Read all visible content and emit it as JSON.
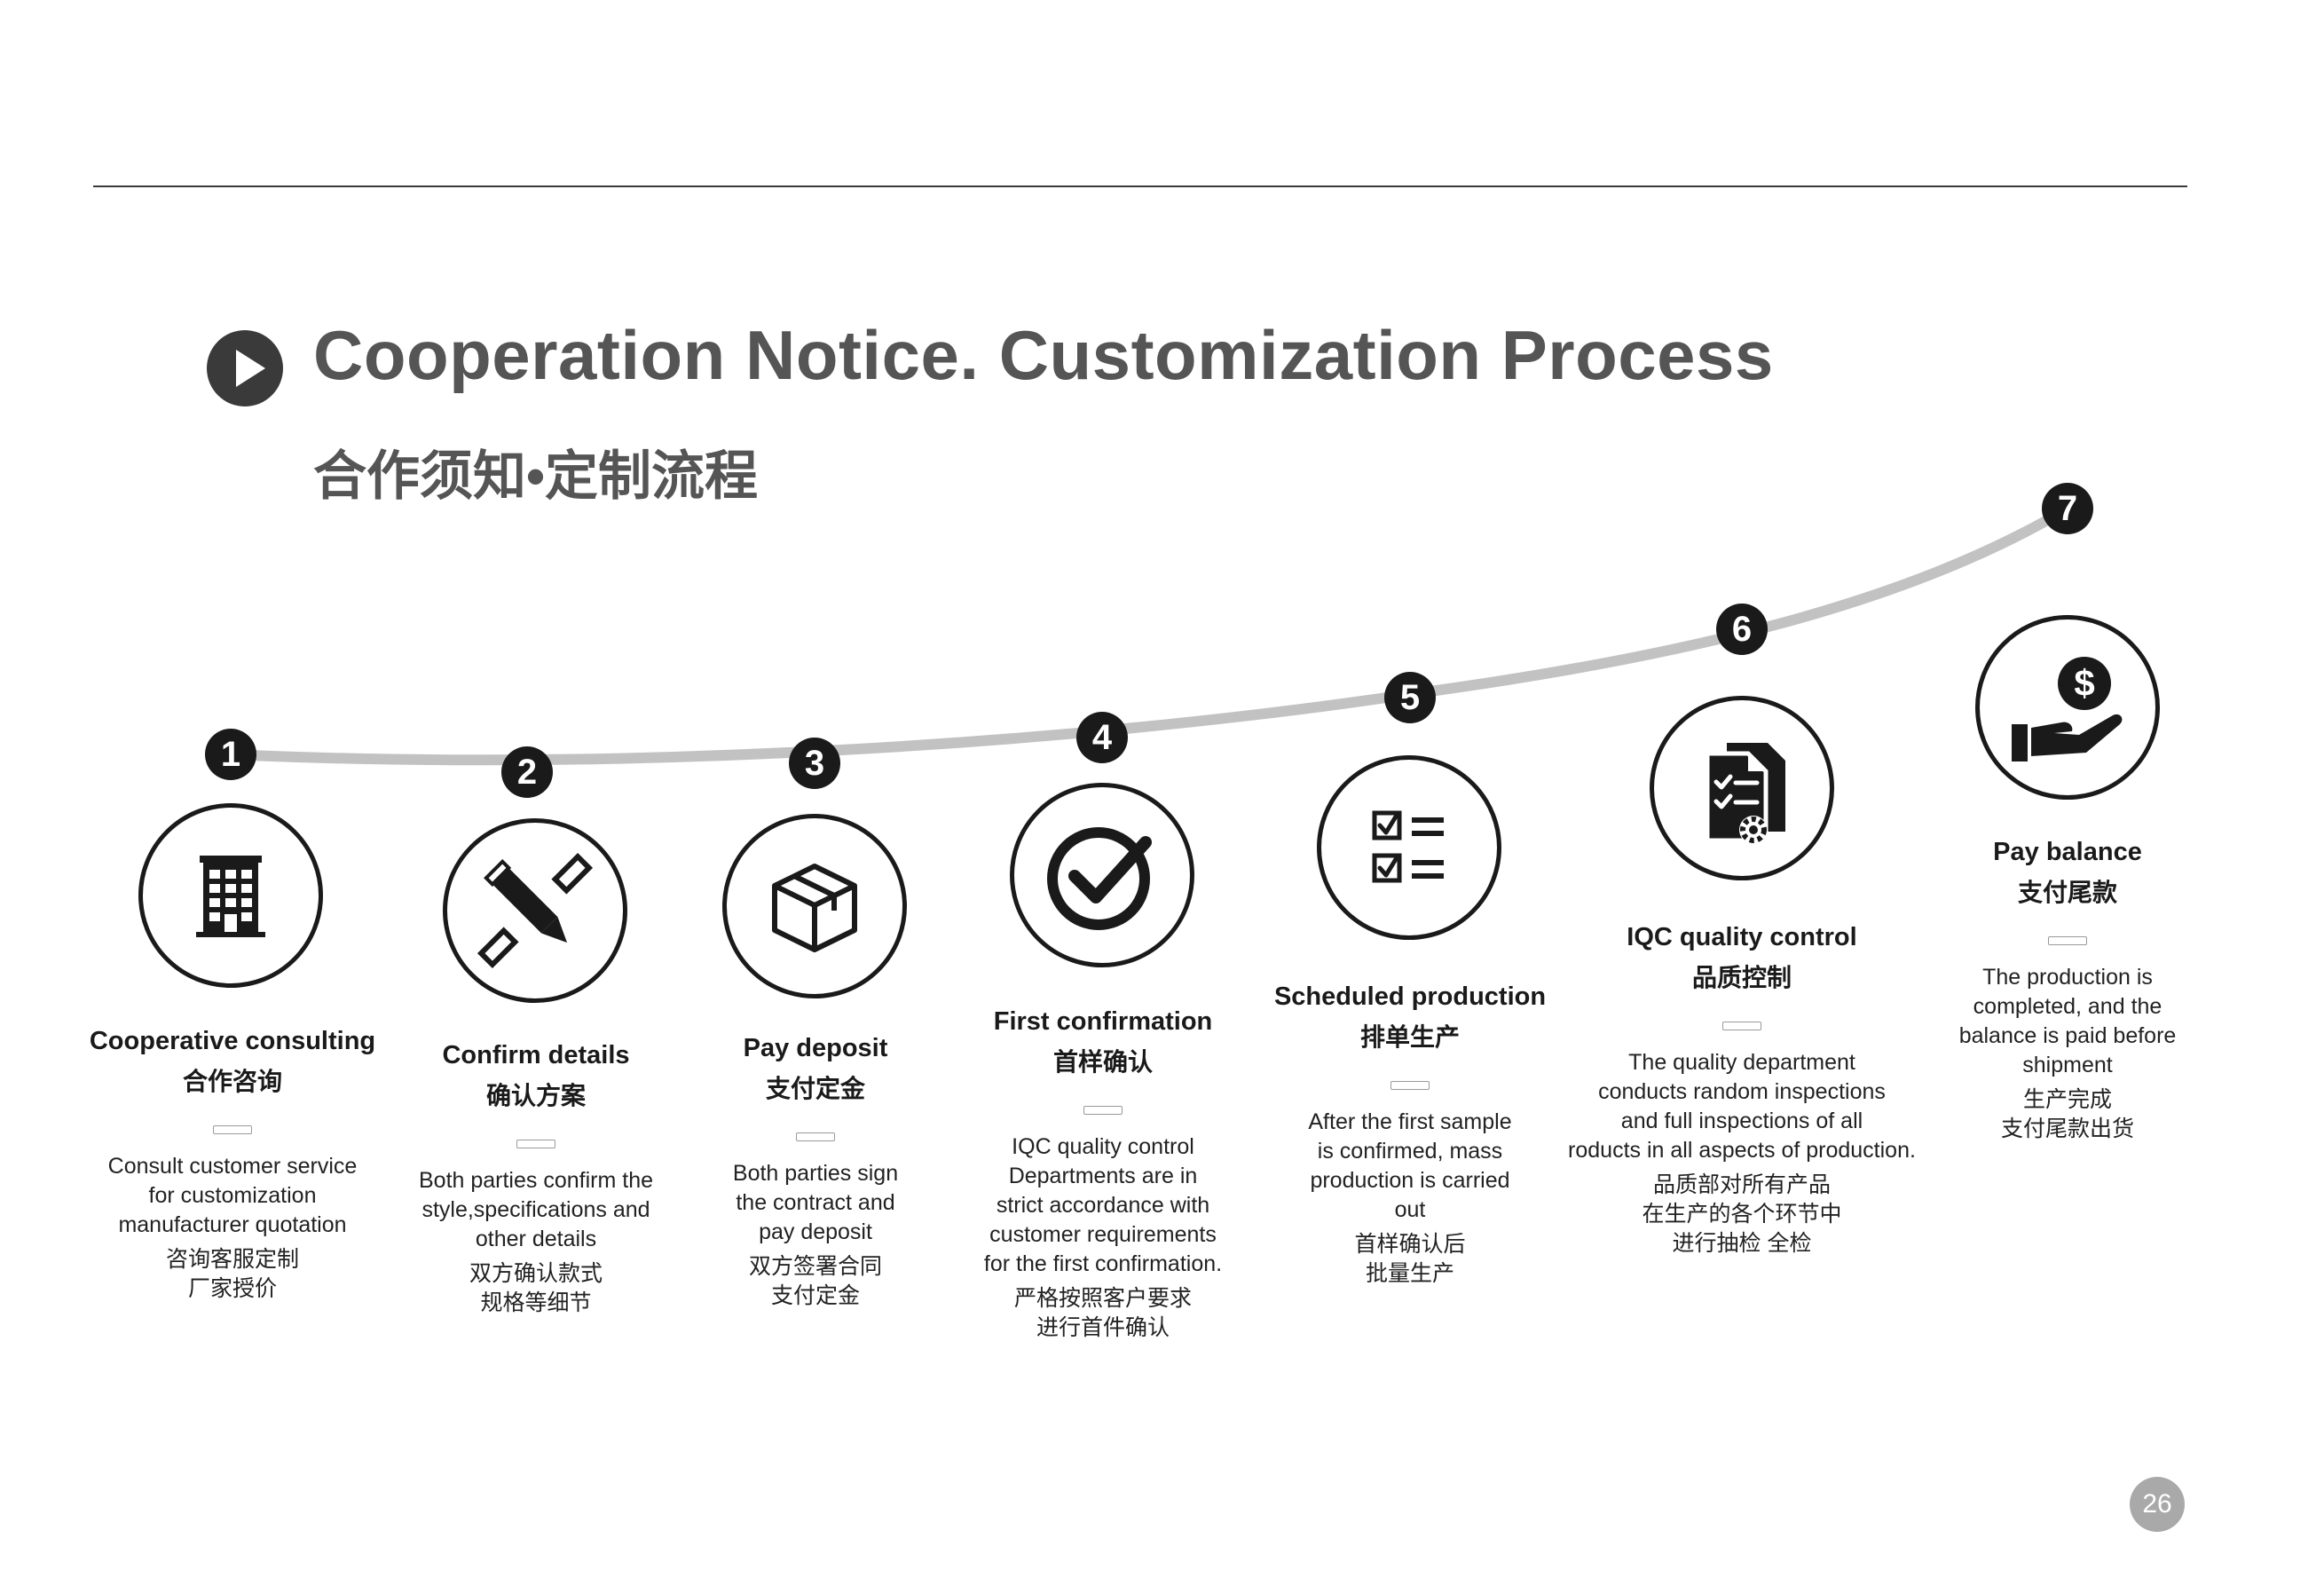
{
  "header": {
    "title": "Cooperation Notice. Customization Process",
    "subtitle": "合作须知•定制流程"
  },
  "steps": [
    {
      "number": "1",
      "icon": "building-icon",
      "title_en": "Cooperative consulting",
      "title_zh": "合作咨询",
      "desc_en": [
        "Consult customer service",
        "for customization",
        "manufacturer quotation"
      ],
      "desc_zh": [
        "咨询客服定制",
        "厂家授价"
      ]
    },
    {
      "number": "2",
      "icon": "pencil-ruler-icon",
      "title_en": "Confirm details",
      "title_zh": "确认方案",
      "desc_en": [
        "Both parties confirm the",
        "style,specifications and",
        "other details"
      ],
      "desc_zh": [
        "双方确认款式",
        "规格等细节"
      ]
    },
    {
      "number": "3",
      "icon": "package-box-icon",
      "title_en": "Pay deposit",
      "title_zh": "支付定金",
      "desc_en": [
        "Both parties sign",
        "the contract and",
        "pay deposit"
      ],
      "desc_zh": [
        "双方签署合同",
        "支付定金"
      ]
    },
    {
      "number": "4",
      "icon": "checkmark-circle-icon",
      "title_en": "First confirmation",
      "title_zh": "首样确认",
      "desc_en": [
        "IQC quality control",
        "Departments are in",
        "strict accordance with",
        "customer requirements",
        "for the first confirmation."
      ],
      "desc_zh": [
        "严格按照客户要求",
        "进行首件确认"
      ]
    },
    {
      "number": "5",
      "icon": "checklist-icon",
      "title_en": "Scheduled production",
      "title_zh": "排单生产",
      "desc_en": [
        "After the first sample",
        "is confirmed, mass",
        "production is carried",
        "out"
      ],
      "desc_zh": [
        "首样确认后",
        "批量生产"
      ]
    },
    {
      "number": "6",
      "icon": "document-check-gear-icon",
      "title_en": "IQC quality control",
      "title_zh": "品质控制",
      "desc_en": [
        "The quality department",
        "conducts random inspections",
        "and full inspections of all",
        "roducts in all aspects of production."
      ],
      "desc_zh": [
        "品质部对所有产品",
        "在生产的各个环节中",
        "进行抽检  全检"
      ]
    },
    {
      "number": "7",
      "icon": "hand-dollar-icon",
      "title_en": "Pay balance",
      "title_zh": "支付尾款",
      "desc_en": [
        "The production is",
        "completed, and the",
        "balance is paid before",
        "shipment"
      ],
      "desc_zh": [
        "生产完成",
        "支付尾款出货"
      ]
    }
  ],
  "footer": {
    "page_number": "26"
  }
}
